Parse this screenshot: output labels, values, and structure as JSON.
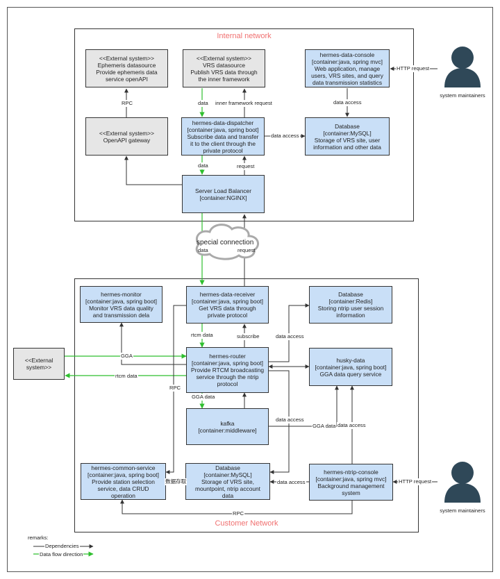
{
  "colors": {
    "container_fill": "#c9dff7",
    "external_fill": "#e6e6e6",
    "data_flow": "#2fbf2f",
    "dependency": "#333333",
    "region_title": "#f07070",
    "person": "#2f4858"
  },
  "regions": {
    "internal": {
      "title": "Internal network"
    },
    "customer": {
      "title": "Customer Network"
    },
    "cloud": {
      "label": "special connection"
    }
  },
  "nodes": {
    "ephemeris": "<<External system>>\nEphemeris datasource\nProvide ephemeris data\nservice openAPI",
    "vrs_source": "<<External system>>\nVRS datasource\nPublish VRS data through\nthe inner framework",
    "console": "hermes-data-console\n[container:java, spring mvc]\nWeb application, manage\nusers, VRS sites, and query\ndata transmission statistics",
    "openapi": "<<External system>>\nOpenAPI gateway",
    "dispatcher": "hermes-data-dispatcher\n[container:java, spring boot]\nSubscribe data and transfer\nit to the client through the\nprivate protocol",
    "db_internal": "Database\n[container:MySQL]\nStorage of VRS site, user\ninformation and other data",
    "slb": "Server Load Balancer\n[container:NGINX]",
    "monitor": "hermes-monitor\n[container:java, spring boot]\nMonitor VRS data quality\nand transmission dela",
    "receiver": "hermes-data-receiver\n[container:java, spring boot]\nGet VRS data through\nprivate protocol",
    "redis": "Database\n[container:Redis]\nStoring ntrip user session\ninformation",
    "ext_left": "<<External\nsystem>>",
    "router": "hermes-router\n[container:java, spring boot]\nProvide RTCM broadcasting\nservice through the ntrip\nprotocol",
    "husky": "husky-data\n[container:java, spring boot]\nGGA data query service",
    "kafka": "kafka\n[container:middleware]",
    "common": "hermes-common-service\n[container:java, spring boot]\nProvide station selection\nservice, data CRUD\noperation",
    "db_customer": "Database\n[container:MySQL]\nStorage of VRS site,\nmountpoint, ntrip account\ndata",
    "ntrip_console": "hermes-ntrip-console\n[container:java, spring mvc]\nBackground management\nsystem"
  },
  "people": {
    "top": "system maintainers",
    "bottom": "system maintainers"
  },
  "edges": {
    "rpc_top": "RPC",
    "data_vrs": "data",
    "inner_request": "inner framework request",
    "http_top": "HTTP request",
    "data_access_console": "data access",
    "data_access_dispatcher": "data access",
    "data_slb": "data",
    "request_slb": "request",
    "cloud_data": "data",
    "cloud_request": "request",
    "rtcm_data": "rtcm data",
    "subscribe": "subscribe",
    "data_access_redis": "data access",
    "gga": "GGA",
    "rtcm_data_left": "rtcm data",
    "rpc_mid": "RPC",
    "gga_data_kafka": "GGA data",
    "data_access_mid": "data access",
    "gga_data_husky": "GGA data",
    "data_access_ntrip_husky": "data access",
    "data_cn": "数据存取",
    "data_access_ntrip_db": "data access",
    "http_bottom": "HTTP request",
    "rpc_bottom": "RPC"
  },
  "legend": {
    "title": "remarks:",
    "dependencies": "Dependencies",
    "data_flow": "Data flow direction"
  }
}
